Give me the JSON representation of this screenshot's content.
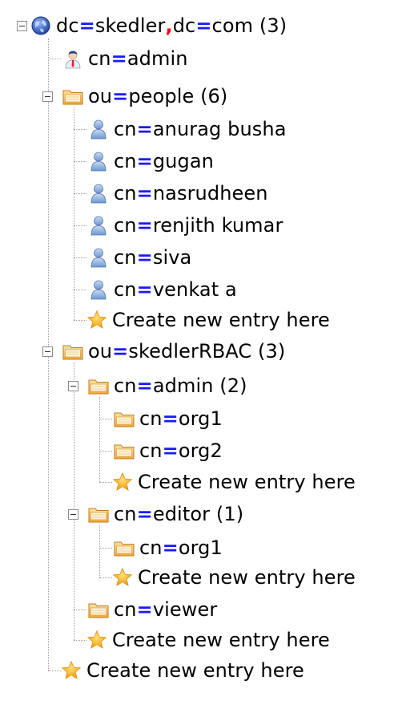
{
  "tree": {
    "root": {
      "label": "dc=skedler,dc=com (3)",
      "icon": "globe-icon",
      "expanded": true
    },
    "items": [
      {
        "label": "cn=admin",
        "icon": "admin-user-icon"
      },
      {
        "label": "ou=people (6)",
        "icon": "folder-icon",
        "expanded": true
      },
      {
        "label": "cn=anurag busha",
        "icon": "user-icon"
      },
      {
        "label": "cn=gugan",
        "icon": "user-icon"
      },
      {
        "label": "cn=nasrudheen",
        "icon": "user-icon"
      },
      {
        "label": "cn=renjith kumar",
        "icon": "user-icon"
      },
      {
        "label": "cn=siva",
        "icon": "user-icon"
      },
      {
        "label": "cn=venkat a",
        "icon": "user-icon"
      },
      {
        "label": "Create new entry here",
        "icon": "star-icon"
      },
      {
        "label": "ou=skedlerRBAC (3)",
        "icon": "folder-icon",
        "expanded": true
      },
      {
        "label": "cn=admin (2)",
        "icon": "folder-icon",
        "expanded": true
      },
      {
        "label": "cn=org1",
        "icon": "folder-icon"
      },
      {
        "label": "cn=org2",
        "icon": "folder-icon"
      },
      {
        "label": "Create new entry here",
        "icon": "star-icon"
      },
      {
        "label": "cn=editor (1)",
        "icon": "folder-icon",
        "expanded": true
      },
      {
        "label": "cn=org1",
        "icon": "folder-icon"
      },
      {
        "label": "Create new entry here",
        "icon": "star-icon"
      },
      {
        "label": "cn=viewer",
        "icon": "folder-icon"
      },
      {
        "label": "Create new entry here",
        "icon": "star-icon"
      },
      {
        "label": "Create new entry here",
        "icon": "star-icon"
      }
    ]
  },
  "colors": {
    "equals_sign": "#1a1aff",
    "comma_separator": "#ff0000",
    "tree_line": "#a0a0a0",
    "folder": "#f5b955",
    "user": "#7fa8dc",
    "star": "#f7a400"
  }
}
